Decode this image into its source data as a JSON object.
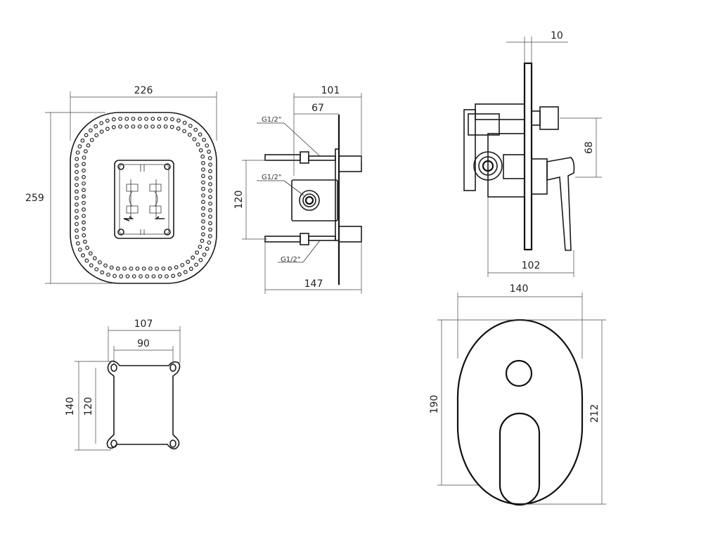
{
  "dimensions": {
    "plate_width": "226",
    "plate_height": "259",
    "body_depth_total": "101",
    "body_depth_inner": "67",
    "body_spacing": "120",
    "body_length": "147",
    "thread_top": "G1/2\"",
    "thread_mid": "G1/2\"",
    "thread_bottom": "G1/2\"",
    "side_plate_thickness": "10",
    "side_handle_offset": "68",
    "side_projection": "102",
    "front_width": "140",
    "front_height_inner": "190",
    "front_height_outer": "212",
    "bracket_width_outer": "107",
    "bracket_width_inner": "90",
    "bracket_height_outer": "140",
    "bracket_height_inner": "120"
  }
}
